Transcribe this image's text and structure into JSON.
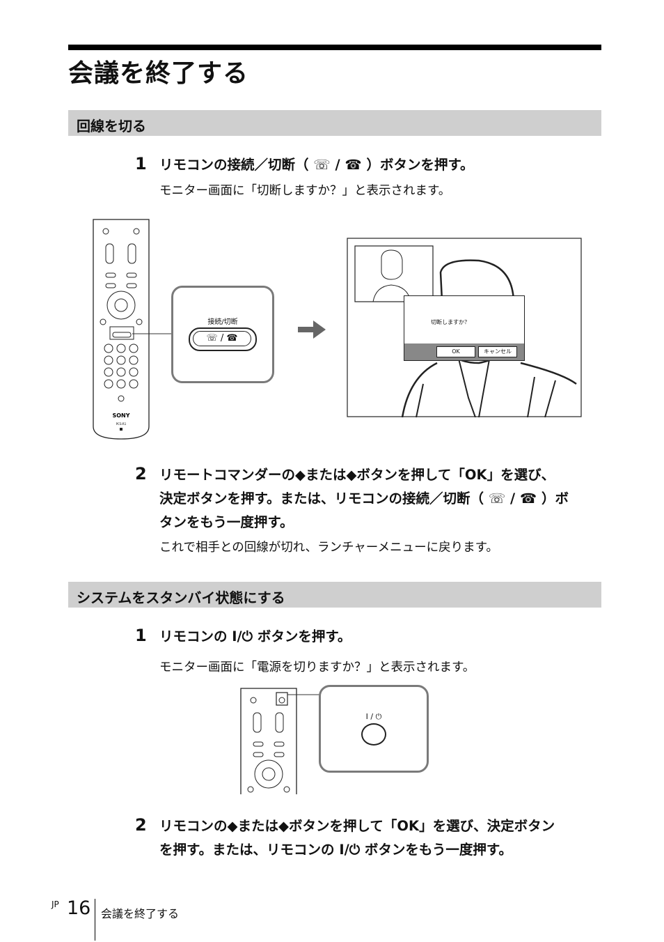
{
  "page_title": "会議を終了する",
  "section1": {
    "heading": "回線を切る",
    "step1": {
      "number": "1",
      "text": "リモコンの接続／切断（ ☏ / ☎ ）ボタンを押す。",
      "desc": "モニター画面に「切断しますか？」と表示されます。"
    },
    "figure": {
      "callout_label": "接続/切断",
      "callout_button": "☏ / ☎",
      "remote_brand": "SONY",
      "remote_model": "PCS-R1",
      "dialog_text": "切断しますか？",
      "ok_label": "OK",
      "cancel_label": "キャンセル"
    },
    "step2": {
      "number": "2",
      "line1": "リモートコマンダーの◆または◆ボタンを押して「OK」を選び、",
      "line2": "決定ボタンを押す。または、リモコンの接続／切断（ ☏ / ☎ ）ボ",
      "line3": "タンをもう一度押す。",
      "desc": "これで相手との回線が切れ、ランチャーメニューに戻ります。"
    }
  },
  "section2": {
    "heading": "システムをスタンバイ状態にする",
    "step1": {
      "number": "1",
      "text": "リモコンの I/⏻ ボタンを押す。",
      "desc": "モニター画面に「電源を切りますか？」と表示されます。"
    },
    "figure": {
      "callout_label": "I / ⏻"
    },
    "step2": {
      "number": "2",
      "line1": "リモコンの◆または◆ボタンを押して「OK」を選び、決定ボタン",
      "line2": "を押す。または、リモコンの I/⏻ ボタンをもう一度押す。"
    }
  },
  "footer": {
    "lang": "JP",
    "page_number": "16",
    "chapter_title": "会議を終了する"
  },
  "colors": {
    "section_bg": "#cfcfcf",
    "callout_border": "#7a7a7a"
  }
}
